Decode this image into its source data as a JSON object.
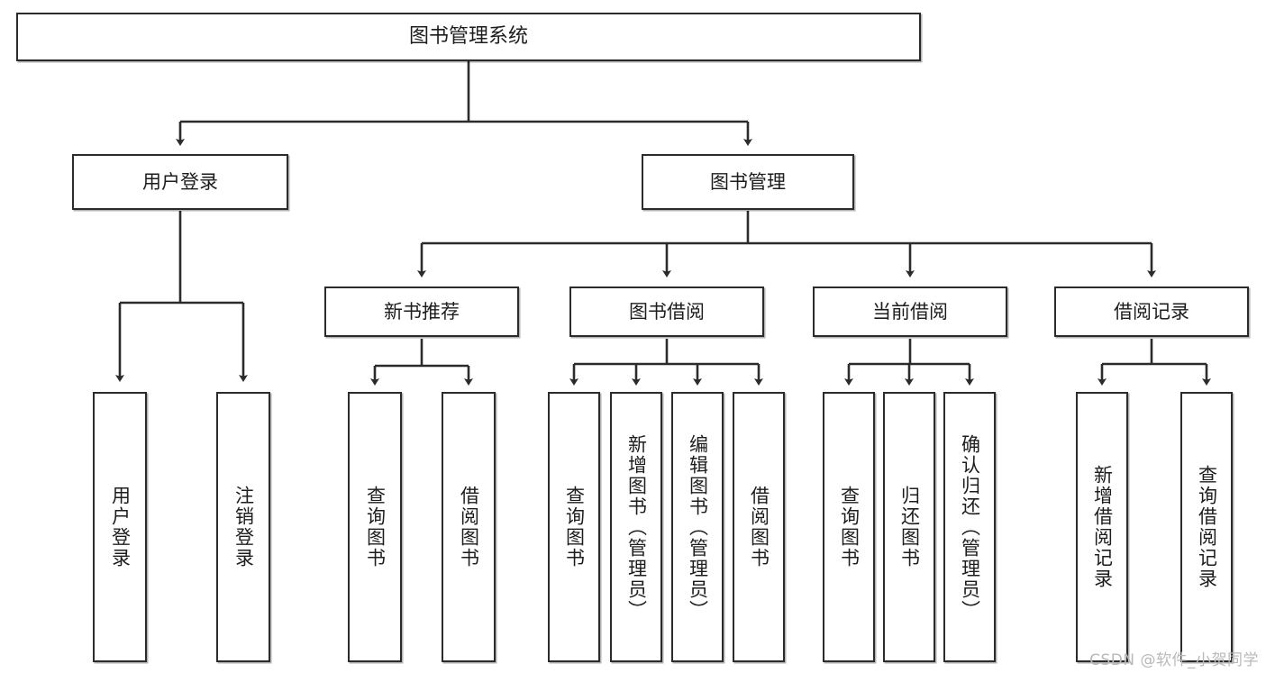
{
  "diagram": {
    "title": "图书管理系统",
    "type": "tree-hierarchy-chart",
    "watermark": "CSDN @软件_小贺同学"
  },
  "nodes": {
    "root": {
      "label": "图书管理系统"
    },
    "level2": [
      {
        "id": "user-login",
        "label": "用户登录"
      },
      {
        "id": "book-manage",
        "label": "图书管理"
      }
    ],
    "level3": [
      {
        "id": "new-book-recommend",
        "label": "新书推荐"
      },
      {
        "id": "book-borrow",
        "label": "图书借阅"
      },
      {
        "id": "current-borrow",
        "label": "当前借阅"
      },
      {
        "id": "borrow-record",
        "label": "借阅记录"
      }
    ],
    "leaves": {
      "user_login": [
        {
          "id": "leaf-user-login",
          "label": "用户登录"
        },
        {
          "id": "leaf-logout-login",
          "label": "注销登录"
        }
      ],
      "new_book_recommend": [
        {
          "id": "leaf-query-book-1",
          "label": "查询图书"
        },
        {
          "id": "leaf-borrow-book-1",
          "label": "借阅图书"
        }
      ],
      "book_borrow": [
        {
          "id": "leaf-query-book-2",
          "label": "查询图书"
        },
        {
          "id": "leaf-add-book",
          "label": "新增图书（管理员）"
        },
        {
          "id": "leaf-edit-book",
          "label": "编辑图书（管理员）"
        },
        {
          "id": "leaf-borrow-book-2",
          "label": "借阅图书"
        }
      ],
      "current_borrow": [
        {
          "id": "leaf-query-book-3",
          "label": "查询图书"
        },
        {
          "id": "leaf-return-book",
          "label": "归还图书"
        },
        {
          "id": "leaf-confirm-return",
          "label": "确认归还（管理员）"
        }
      ],
      "borrow_record": [
        {
          "id": "leaf-add-record",
          "label": "新增借阅记录"
        },
        {
          "id": "leaf-query-record",
          "label": "查询借阅记录"
        }
      ]
    }
  },
  "colors": {
    "stroke": "#2b2b2b",
    "fill": "#ffffff",
    "text": "#1d1d1d",
    "watermark": "#b9b9b9"
  }
}
